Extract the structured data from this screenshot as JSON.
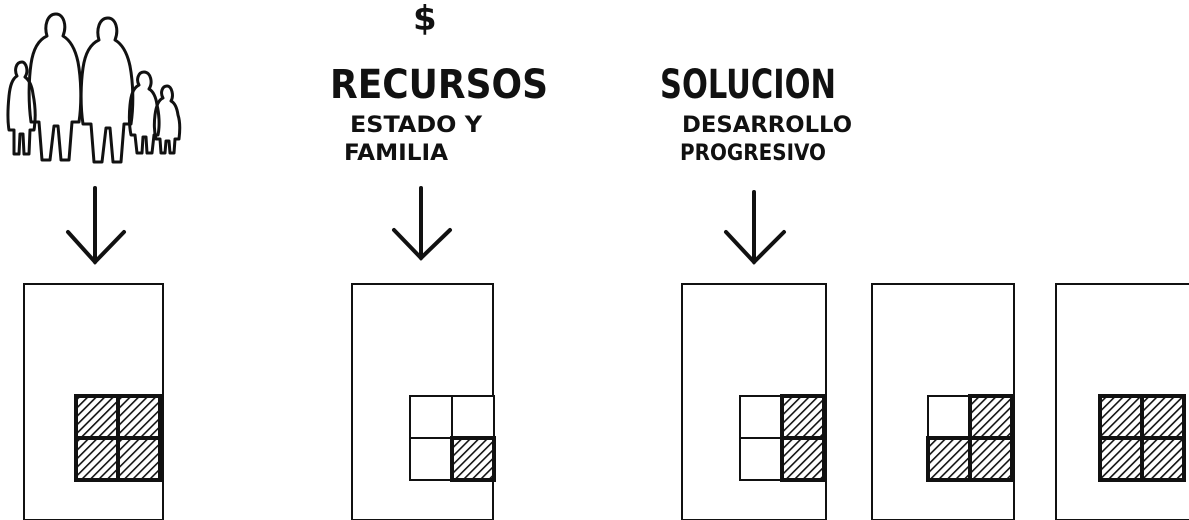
{
  "labels": {
    "dollar": "$",
    "recursos_title": "RECURSOS",
    "recursos_sub_line1": "ESTADO Y",
    "recursos_sub_line2": "FAMILIA",
    "solucion_title": "SOLUCION",
    "solucion_sub_line1": "DESARROLLO",
    "solucion_sub_line2": "PROGRESIVO"
  },
  "icons": {
    "family": "family-silhouette-icon",
    "arrow": "down-arrow-icon",
    "hatch": "hatched-module"
  },
  "grids": [
    {
      "name": "need",
      "cells": [
        "hatched",
        "hatched",
        "hatched",
        "hatched"
      ]
    },
    {
      "name": "resources",
      "cells": [
        "empty",
        "empty",
        "empty",
        "hatched"
      ]
    },
    {
      "name": "stage-1",
      "cells": [
        "empty",
        "hatched",
        "empty",
        "hatched"
      ]
    },
    {
      "name": "stage-2",
      "cells": [
        "empty",
        "hatched",
        "hatched",
        "hatched"
      ]
    },
    {
      "name": "stage-3",
      "cells": [
        "hatched",
        "hatched",
        "hatched",
        "hatched"
      ]
    }
  ],
  "colors": {
    "ink": "#111111",
    "paper": "#ffffff"
  }
}
